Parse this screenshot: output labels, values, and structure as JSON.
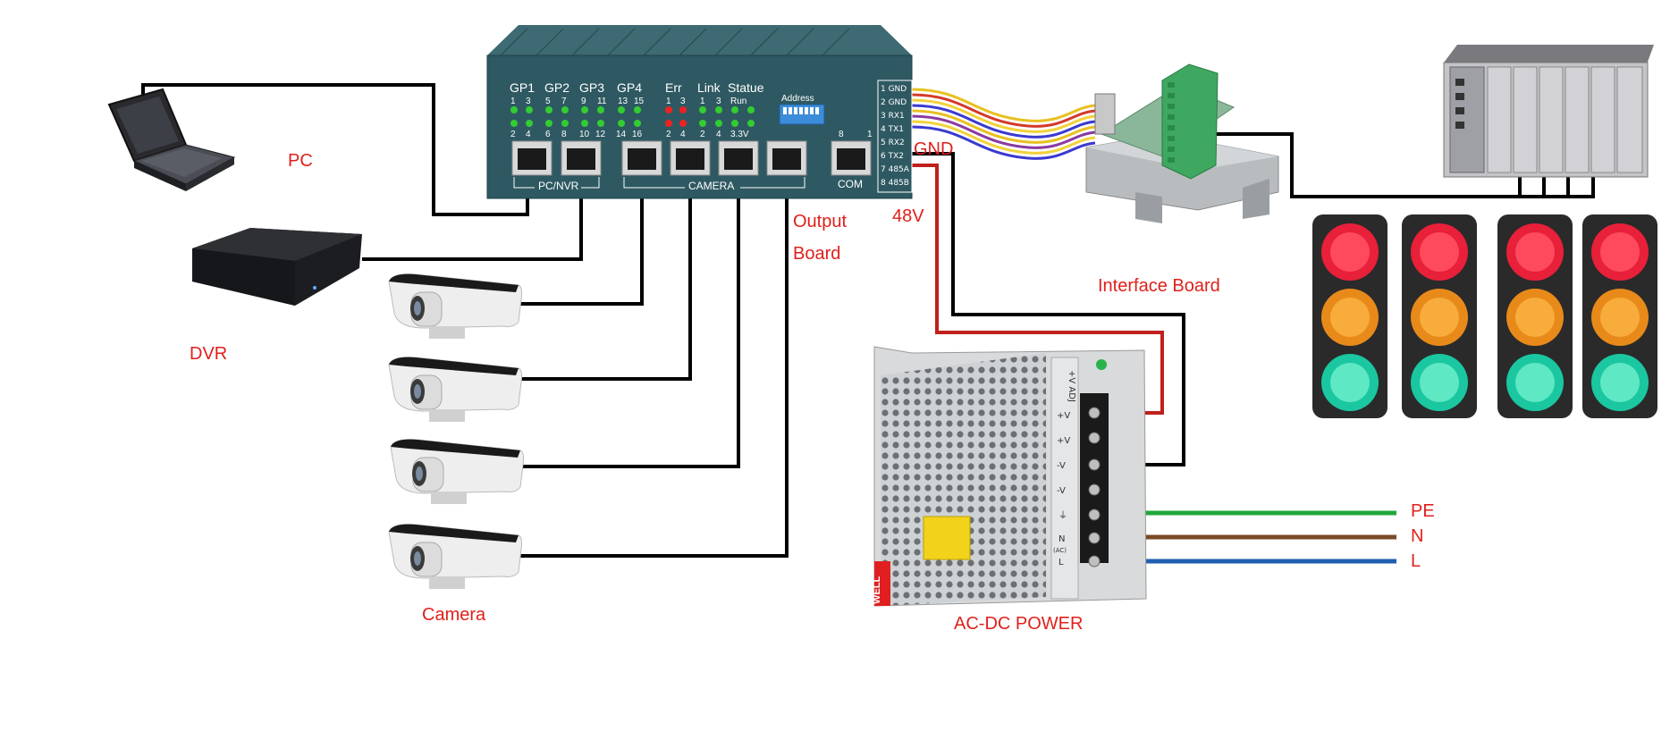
{
  "labels": {
    "pc": "PC",
    "dvr": "DVR",
    "camera": "Camera",
    "output_board_line1": "Output",
    "output_board_line2": "Board",
    "gnd": "GND",
    "v48": "48V",
    "interface_board": "Interface Board",
    "ac_dc_power": "AC-DC POWER",
    "pe": "PE",
    "n": "N",
    "l": "L"
  },
  "output_board_panel": {
    "groups": [
      "GP1",
      "GP2",
      "GP3",
      "GP4",
      "Err",
      "Link",
      "Statue"
    ],
    "top_numbers": [
      "1",
      "3",
      "5",
      "7",
      "9",
      "11",
      "13",
      "15",
      "1",
      "3",
      "1",
      "3",
      "Run"
    ],
    "bottom_numbers": [
      "2",
      "4",
      "6",
      "8",
      "10",
      "12",
      "14",
      "16",
      "2",
      "4",
      "2",
      "4",
      "3.3V"
    ],
    "address": "Address",
    "pc_nvr": "PC/NVR",
    "camera": "CAMERA",
    "com": "COM",
    "com_pin_8": "8",
    "com_pin_1": "1",
    "pins": [
      "1 GND",
      "2 GND",
      "3 RX1",
      "4 TX1",
      "5 RX2",
      "6 TX2",
      "7 485A",
      "8 485B"
    ]
  },
  "psu": {
    "brand": "WELL",
    "adj": "+V ADJ",
    "terminals": [
      "+V",
      "+V",
      "-V",
      "-V",
      "⏚",
      "N",
      "L"
    ],
    "ac_mark": "(AC)"
  },
  "colors": {
    "label_red": "#e0201b",
    "board_teal": "#2e5962",
    "wire_black": "#000000",
    "wire_red": "#c0201b",
    "wire_green": "#1fa83a",
    "wire_brown": "#7a4a28",
    "wire_blue": "#1f5fb0",
    "led_green": "#33cc33",
    "led_red": "#ee2222"
  }
}
